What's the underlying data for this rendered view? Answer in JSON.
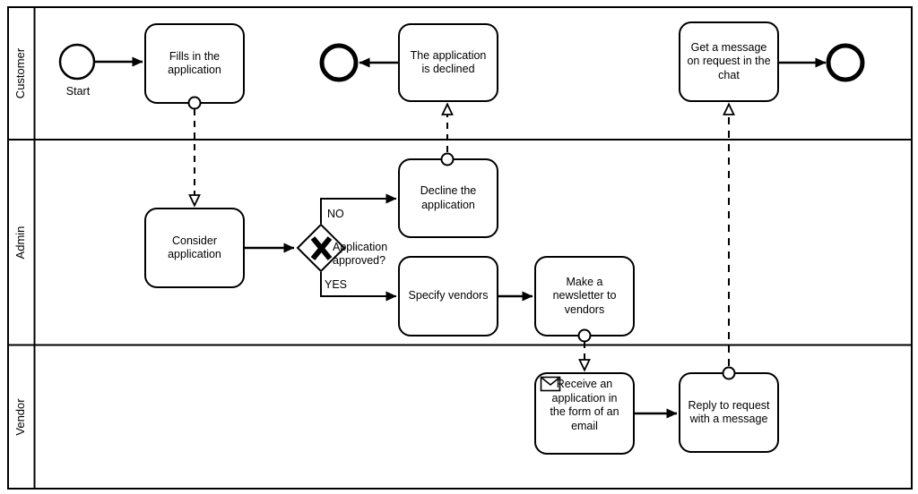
{
  "diagram": {
    "lanes": [
      "Customer",
      "Admin",
      "Vendor"
    ],
    "start_event_label": "Start",
    "tasks": {
      "fills": "Fills in the\napplication",
      "declined": "The application\nis declined",
      "get_message": "Get a message\non request in the\nchat",
      "consider": "Consider\napplication",
      "decline": "Decline the\napplication",
      "specify": "Specify vendors",
      "newsletter": "Make a\nnewsletter to\nvendors",
      "receive": "Receive an\napplication in\nthe form of an\nemail",
      "reply": "Reply to request\nwith a message"
    },
    "gateway": {
      "label": "Application\napproved?",
      "branch_no": "NO",
      "branch_yes": "YES"
    },
    "icons": {
      "receive_task": "envelope-icon"
    },
    "colors": {
      "stroke": "#000000",
      "fill": "#ffffff"
    }
  }
}
